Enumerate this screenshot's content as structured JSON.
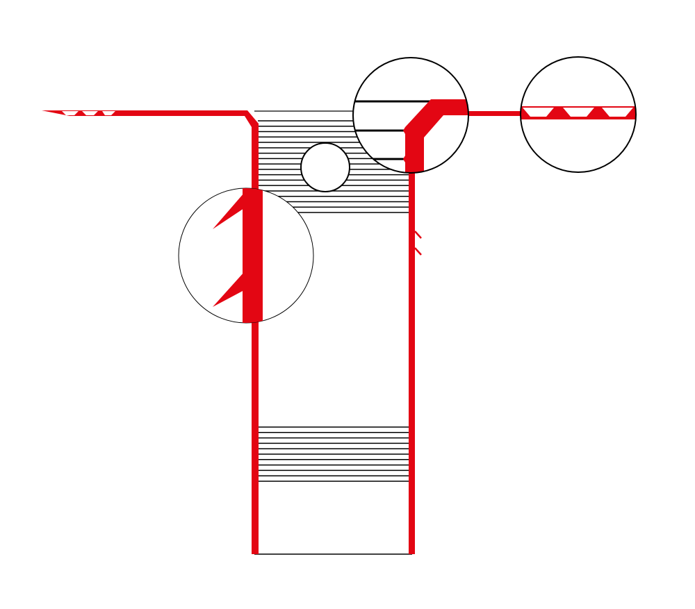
{
  "diagram": {
    "colors": {
      "wall": "#e30613",
      "line": "#000000",
      "background": "#ffffff"
    },
    "upper_lamella_count": 18,
    "lower_lamella_count": 11,
    "detail_views": [
      "top-joint-detail",
      "edge-profile-detail",
      "wall-spike-detail"
    ]
  }
}
